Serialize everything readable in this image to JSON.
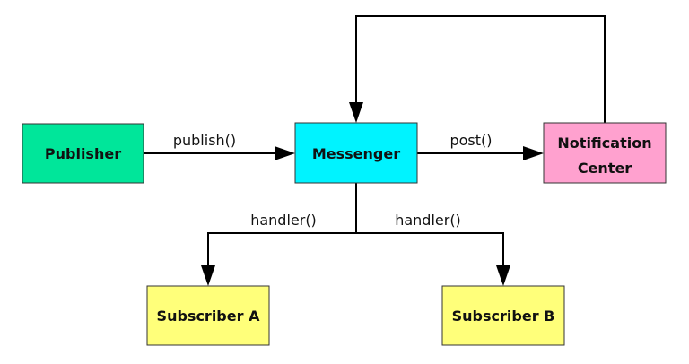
{
  "nodes": {
    "publisher": {
      "label": "Publisher",
      "color": "#00E69A"
    },
    "messenger": {
      "label": "Messenger",
      "color": "#00F3FF"
    },
    "notification_center": {
      "label_line1": "Notification",
      "label_line2": "Center",
      "color": "#FFA1CF"
    },
    "subscriber_a": {
      "label": "Subscriber A",
      "color": "#FFFF7A"
    },
    "subscriber_b": {
      "label": "Subscriber B",
      "color": "#FFFF7A"
    }
  },
  "edges": {
    "publish": {
      "label": "publish()"
    },
    "post": {
      "label": "post()"
    },
    "handler_a": {
      "label": "handler()"
    },
    "handler_b": {
      "label": "handler()"
    }
  }
}
